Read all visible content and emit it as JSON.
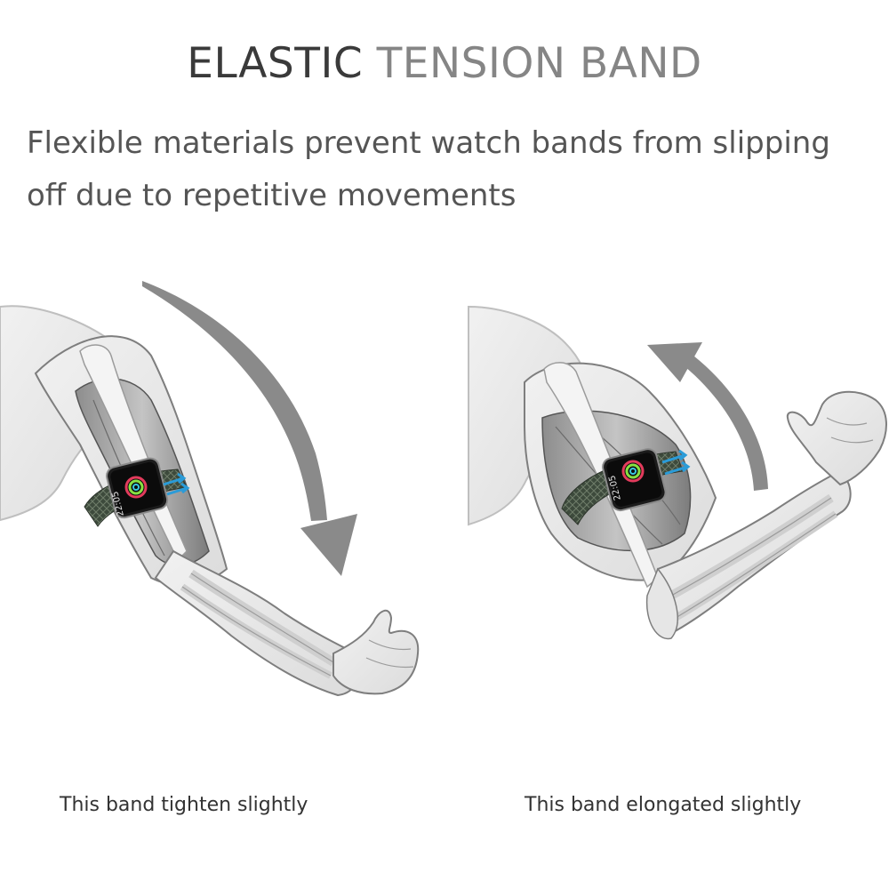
{
  "header": {
    "title_dark": "ELASTIC",
    "title_light": "TENSION BAND",
    "subtitle": "Flexible materials prevent watch bands from slipping off due to repetitive movements"
  },
  "panels": {
    "left": {
      "caption": "This band tighten slightly",
      "watch_time": "22:05"
    },
    "right": {
      "caption": "This band elongated slightly",
      "watch_time": "22:05"
    }
  },
  "colors": {
    "title_dark": "#3a3a3a",
    "title_light": "#858585",
    "arrow": "#8a8a8a",
    "band": "#3d4a3c",
    "stretch_arrows": "#2a9bd8"
  },
  "icons": [
    "down-curved-arrow-icon",
    "up-curved-arrow-icon",
    "stretch-arrows-icon",
    "activity-rings-icon"
  ]
}
